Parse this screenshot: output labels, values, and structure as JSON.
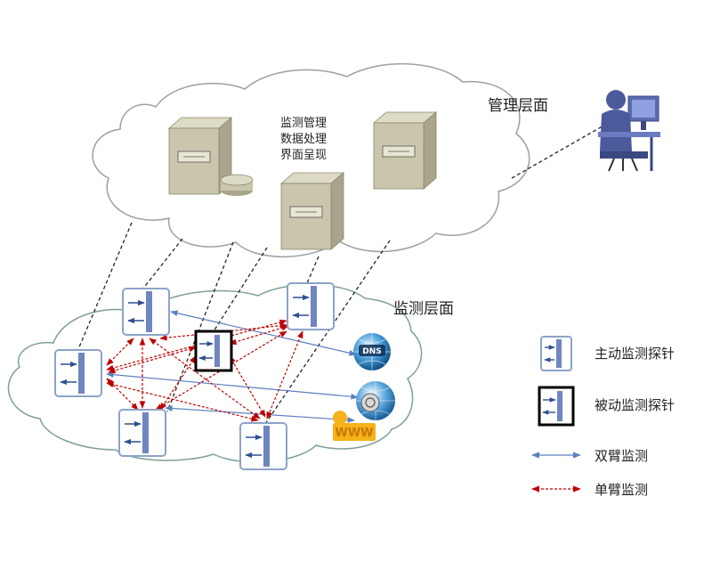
{
  "labels": {
    "management_layer": "管理层面",
    "monitor_layer": "监测层面",
    "server_text": [
      "监测管理",
      "数据处理",
      "界面呈现"
    ],
    "dns": "DNS",
    "www": "WWW"
  },
  "legend": {
    "active_probe": "主动监测探针",
    "passive_probe": "被动监测探针",
    "dual_arm": "双臂监测",
    "single_arm": "单臂监测"
  },
  "colors": {
    "cloud_stroke": "#9aa0a6",
    "monitor_cloud_stroke": "#7f9f9a",
    "probe_border": "#8da3c9",
    "probe_bar": "#6f86c0",
    "dual_arrow": "#5b7fbf",
    "single_arrow": "#c00000",
    "server_face": "#c9c6ad",
    "server_side": "#a8a58c",
    "user_figure": "#4a5a9a"
  },
  "icons": {
    "server": "server-tower-icon",
    "disk": "disk-storage-icon",
    "user": "user-at-computer-icon",
    "dns": "dns-globe-icon",
    "globe": "internet-globe-icon",
    "www": "www-icon"
  }
}
